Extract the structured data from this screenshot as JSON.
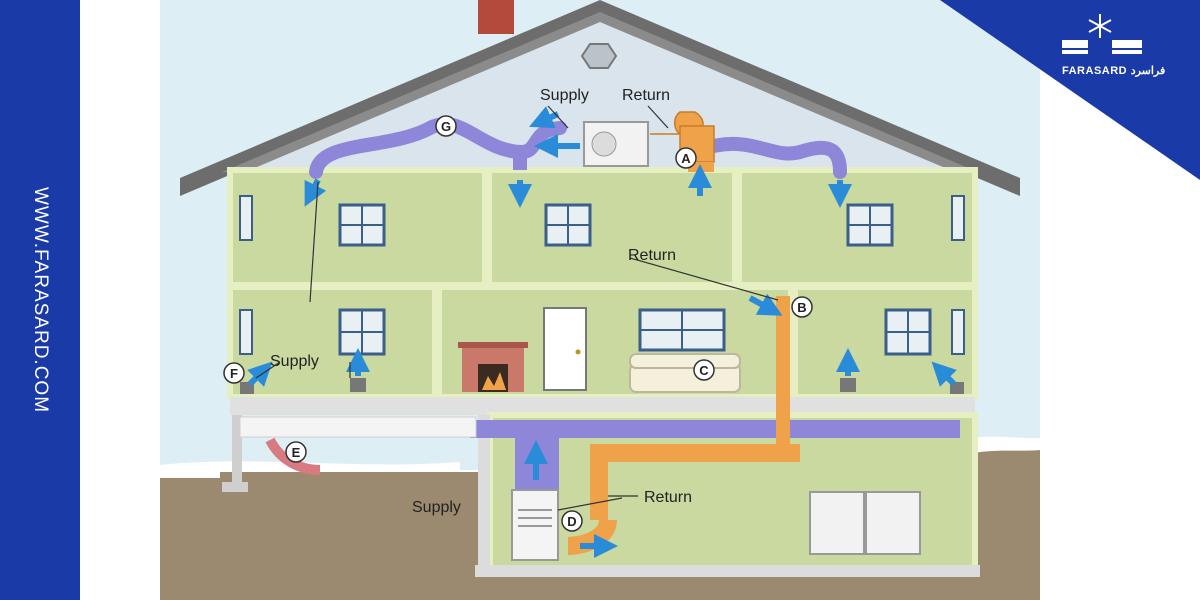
{
  "sidebar": {
    "url": "WWW.FARASARD.COM"
  },
  "logo": {
    "brand_latin": "FARASARD",
    "brand_persian": "فراسرد"
  },
  "diagram": {
    "labels": {
      "supply_top": "Supply",
      "return_top": "Return",
      "return_mid": "Return",
      "supply_left": "Supply",
      "supply_bottom": "Supply",
      "return_bottom": "Return"
    },
    "markers": {
      "a": "A",
      "b": "B",
      "c": "C",
      "d": "D",
      "e": "E",
      "f": "F",
      "g": "G"
    }
  },
  "colors": {
    "brand_blue": "#1a3aa8",
    "wall_green": "#c9d9a0",
    "supply_duct": "#8e86d8",
    "return_duct": "#f0a24a",
    "airflow_arrow": "#2a8cd8"
  }
}
